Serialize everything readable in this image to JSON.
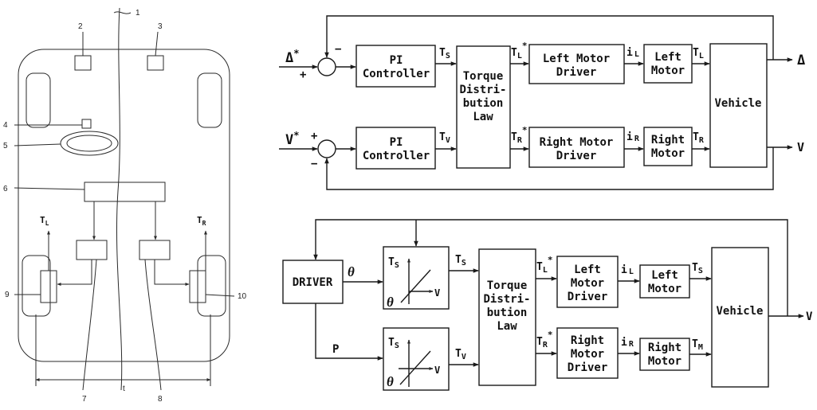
{
  "figure_left": {
    "callouts": [
      "1",
      "2",
      "3",
      "4",
      "5",
      "6",
      "7",
      "8",
      "9",
      "10"
    ],
    "torque_left": {
      "main": "T",
      "sub": "L"
    },
    "torque_right": {
      "main": "T",
      "sub": "R"
    },
    "track_label": "t"
  },
  "figure_top": {
    "inputs": {
      "delta": "Δ",
      "v": "V"
    },
    "outputs": {
      "delta": "Δ",
      "v": "V"
    },
    "signs": {
      "plus": "+",
      "minus": "−"
    },
    "pi_label": [
      "PI",
      "Controller"
    ],
    "torque_law": [
      "Torque",
      "Distri-",
      "bution",
      "Law"
    ],
    "left_driver": [
      "Left Motor",
      "Driver"
    ],
    "right_driver": [
      "Right Motor",
      "Driver"
    ],
    "left_motor": [
      "Left",
      "Motor"
    ],
    "right_motor": [
      "Right",
      "Motor"
    ],
    "vehicle": "Vehicle",
    "signals": {
      "ts": {
        "main": "T",
        "sub": "S"
      },
      "tv": {
        "main": "T",
        "sub": "V"
      },
      "tl_star": {
        "main": "T",
        "sub": "L"
      },
      "tr_star": {
        "main": "T",
        "sub": "R"
      },
      "il": {
        "main": "i",
        "sub": "L"
      },
      "ir": {
        "main": "i",
        "sub": "R"
      },
      "tl": {
        "main": "T",
        "sub": "L"
      },
      "tr": {
        "main": "T",
        "sub": "R"
      }
    }
  },
  "figure_bottom": {
    "driver": "DRIVER",
    "theta": "θ",
    "p": "P",
    "torque_law": [
      "Torque",
      "Distri-",
      "bution",
      "Law"
    ],
    "left_driver": [
      "Left",
      "Motor",
      "Driver"
    ],
    "right_driver": [
      "Right",
      "Motor",
      "Driver"
    ],
    "left_motor": [
      "Left",
      "Motor"
    ],
    "right_motor": [
      "Right",
      "Motor"
    ],
    "vehicle": "Vehicle",
    "output_v": "V",
    "map_v": "V",
    "signals": {
      "ts_in": {
        "main": "T",
        "sub": "S"
      },
      "tv_in": {
        "main": "T",
        "sub": "V"
      },
      "ts_map": {
        "main": "T",
        "sub": "S"
      },
      "ts_map2": {
        "main": "T",
        "sub": "S"
      },
      "tl_star": {
        "main": "T",
        "sub": "L"
      },
      "tr_star": {
        "main": "T",
        "sub": "R"
      },
      "il": {
        "main": "i",
        "sub": "L"
      },
      "ir": {
        "main": "i",
        "sub": "R"
      },
      "ts_out": {
        "main": "T",
        "sub": "S"
      },
      "tm_out": {
        "main": "T",
        "sub": "M"
      }
    }
  }
}
